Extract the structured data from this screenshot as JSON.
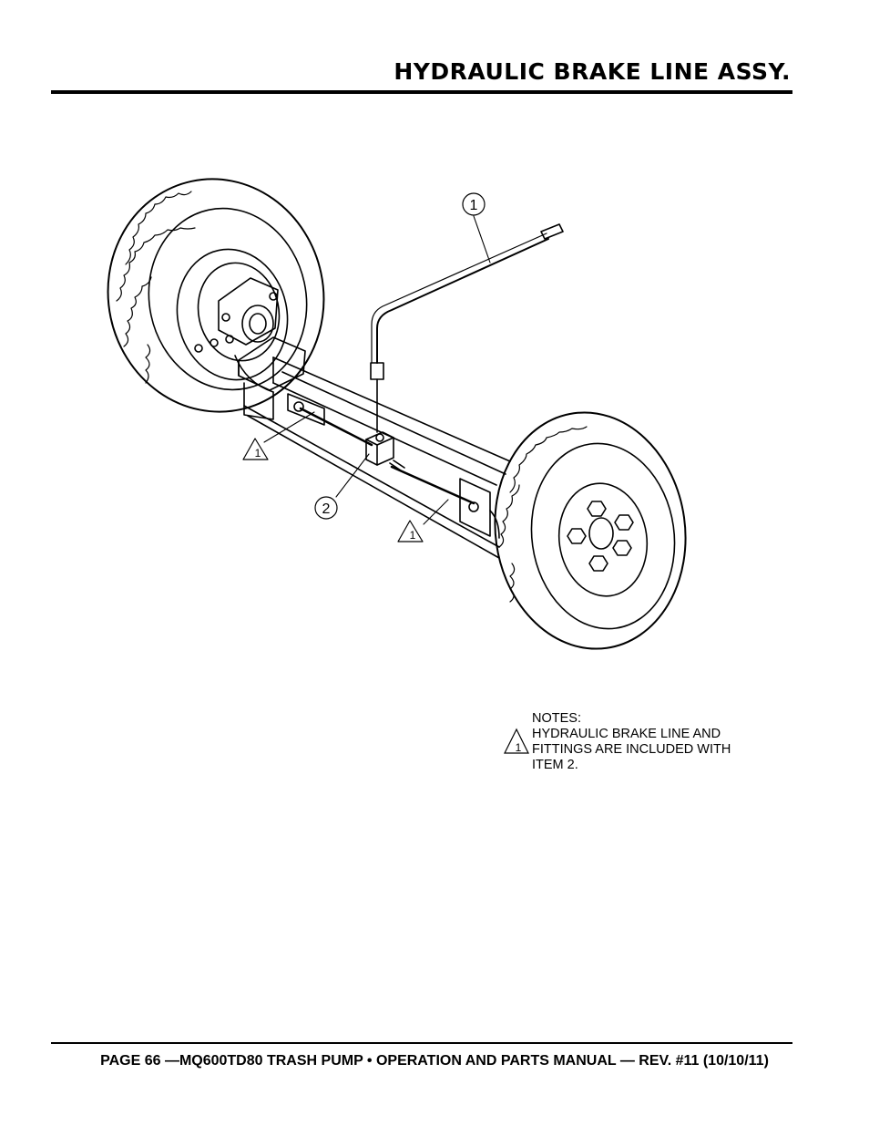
{
  "header": {
    "title": "HYDRAULIC BRAKE LINE ASSY."
  },
  "callouts": {
    "item_1": "1",
    "item_2": "2",
    "note_ref_a": "1",
    "note_ref_b": "1"
  },
  "notes": {
    "heading": "NOTES:",
    "note_ref": "1",
    "text_line_1": "HYDRAULIC BRAKE LINE AND",
    "text_line_2": "FITTINGS ARE INCLUDED WITH",
    "text_line_3": "ITEM 2."
  },
  "footer": {
    "text": "PAGE 66 —MQ600TD80 TRASH PUMP • OPERATION AND PARTS MANUAL — REV. #11 (10/10/11)"
  }
}
